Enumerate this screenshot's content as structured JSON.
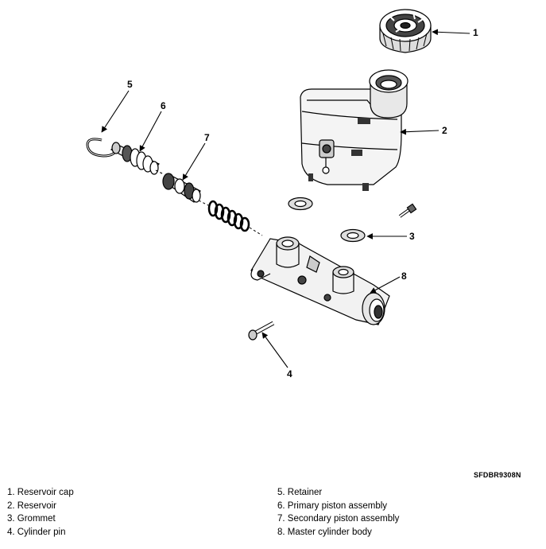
{
  "callouts": [
    "1",
    "2",
    "3",
    "4",
    "5",
    "6",
    "7",
    "8"
  ],
  "figure_code": "SFDBR9308N",
  "legend": {
    "left": [
      "1. Reservoir cap",
      "2. Reservoir",
      "3. Grommet",
      "4. Cylinder pin"
    ],
    "right": [
      "5. Retainer",
      "6. Primary piston assembly",
      "7. Secondary piston assembly",
      "8. Master cylinder body"
    ]
  }
}
